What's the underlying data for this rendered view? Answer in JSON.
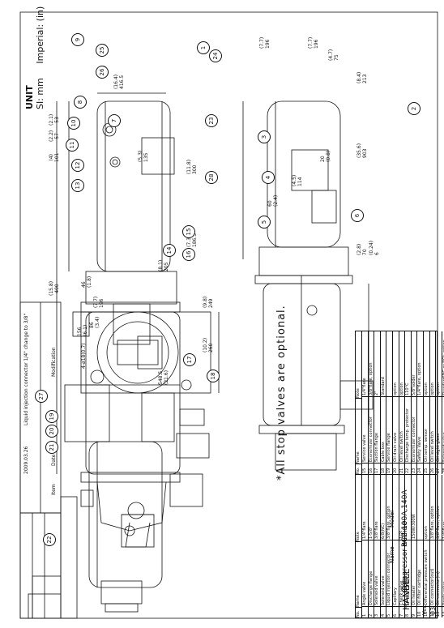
{
  "unit": {
    "title": "UNIT",
    "si": "SI: mm",
    "imperial": "Imperial: (in)"
  },
  "note": "*All stop valves are optional.",
  "title_block": {
    "model_label": "Model",
    "model_value": "RC2-100A,140A",
    "name_label": "Name",
    "name_value": "Compressor outline",
    "brand": "HANBELL",
    "ver_label": "Ver.",
    "ver_value": "03",
    "rev_item_label": "Item",
    "rev_date_label": "Date",
    "rev_mod_label": "Modification",
    "rev_entry_date": "2009.03.26",
    "rev_entry_text": "Liquid injection connector 1/4\" change to 3/8\""
  },
  "parts_headers": {
    "no": "No.",
    "name": "Name",
    "note": "Note"
  },
  "parts_left": [
    {
      "no": "1",
      "name": "Angle valve",
      "note": "1/4\"flare"
    },
    {
      "no": "2",
      "name": "Discharge flange",
      "note": "1-5/8\""
    },
    {
      "no": "3",
      "name": "Solenoid valve",
      "note": "3/8\"flare"
    },
    {
      "no": "4",
      "name": "Solenoid valve",
      "note": "6/8(NC)"
    },
    {
      "no": "5",
      "name": "Liquid injection connector",
      "note": "3/8\"flare, option"
    },
    {
      "no": "6",
      "name": "Capillary",
      "note": ""
    },
    {
      "no": "7",
      "name": "Check valve",
      "note": "1/2\""
    },
    {
      "no": "8",
      "name": "Oil sight glass",
      "note": ""
    },
    {
      "no": "9",
      "name": "Oil heater",
      "note": "150W/300W"
    },
    {
      "no": "10",
      "name": "Oil filter cartridge",
      "note": ""
    },
    {
      "no": "11",
      "name": "Differential pressure switch",
      "note": "option"
    },
    {
      "no": "12",
      "name": "Oil connector(out)",
      "note": "3/8\"flare, option"
    },
    {
      "no": "13",
      "name": "Oil connector(in)",
      "note": "3/8\"flare, option"
    },
    {
      "no": "14",
      "name": "Angle valve",
      "note": "1/4\"flare"
    }
  ],
  "parts_right": [
    {
      "no": "15",
      "name": "Service valve",
      "note": "1/4\"flare"
    },
    {
      "no": "16",
      "name": "Economizer connector",
      "note": "3/8\"flare, option"
    },
    {
      "no": "17",
      "name": "Suction flange",
      "note": "2\""
    },
    {
      "no": "18",
      "name": "Cable box",
      "note": "Standard"
    },
    {
      "no": "19",
      "name": "Service flange",
      "note": ""
    },
    {
      "no": "20",
      "name": "Oil drain valve",
      "note": "option"
    },
    {
      "no": "21",
      "name": "Oil level switch",
      "note": "option"
    },
    {
      "no": "22",
      "name": "Discharge temp. protector",
      "note": "110°C"
    },
    {
      "no": "23",
      "name": "Economizer connector",
      "note": "5/8\"solder"
    },
    {
      "no": "24",
      "name": "Safety Valve",
      "note": "1/4\"flare, option"
    },
    {
      "no": "25",
      "name": "Oil temp. sensor",
      "note": "option"
    },
    {
      "no": "26",
      "name": "Oil level switch",
      "note": "option"
    },
    {
      "no": "27",
      "name": "Oil sight glass",
      "note": "option"
    },
    {
      "no": "28",
      "name": "Solenoid valve",
      "note": "Standard(NC or NO), option"
    }
  ],
  "dims": {
    "d400": "400",
    "d400i": "(15.8)",
    "d101": "101",
    "d101i": "(4)",
    "d57": "57",
    "d57i": "(2.2)",
    "d53": "53",
    "d53i": "(2.1)",
    "d4165": "416.5",
    "d4165i": "(16.4)",
    "d135": "135",
    "d135i": "(5.3)",
    "d300": "300",
    "d300i": "(11.8)",
    "d1865": "186.5",
    "d1865i": "(7.3)",
    "d205": "205",
    "d205i": "(8.1)",
    "d196a": "196",
    "d196ai": "(7.7)",
    "d196b": "196",
    "d196bi": "(7.7)",
    "d75": "75",
    "d75i": "(4.7)",
    "d213": "213",
    "d213i": "(8.4)",
    "d20": "20",
    "d20i": "(0.8)",
    "d903": "903",
    "d903i": "(35.6)",
    "d114": "114",
    "d114i": "(4.5)",
    "d60": "60",
    "d60i": "(2.4)",
    "d70": "70",
    "d70i": "(2.8)",
    "d6": "6",
    "d6i": "(0.24)",
    "d249": "249",
    "d249i": "(9.8)",
    "d260": "260",
    "d260i": "(10.2)",
    "d5485": "548.5",
    "d5485i": "(21.6)",
    "d46": "46",
    "d46i": "(1.8)",
    "d196c": "196",
    "d196ci": "(7.7)",
    "d86": "86",
    "d86i": "(3.4)",
    "d156": "156",
    "d156i": "(6.1)",
    "d_holes": "4-ø18(0.7)"
  },
  "balloons": [
    "1",
    "2",
    "3",
    "4",
    "5",
    "6",
    "7",
    "8",
    "9",
    "10",
    "11",
    "12",
    "13",
    "14",
    "15",
    "16",
    "17",
    "18",
    "19",
    "20",
    "21",
    "22",
    "23",
    "24",
    "25",
    "26",
    "27",
    "28"
  ]
}
